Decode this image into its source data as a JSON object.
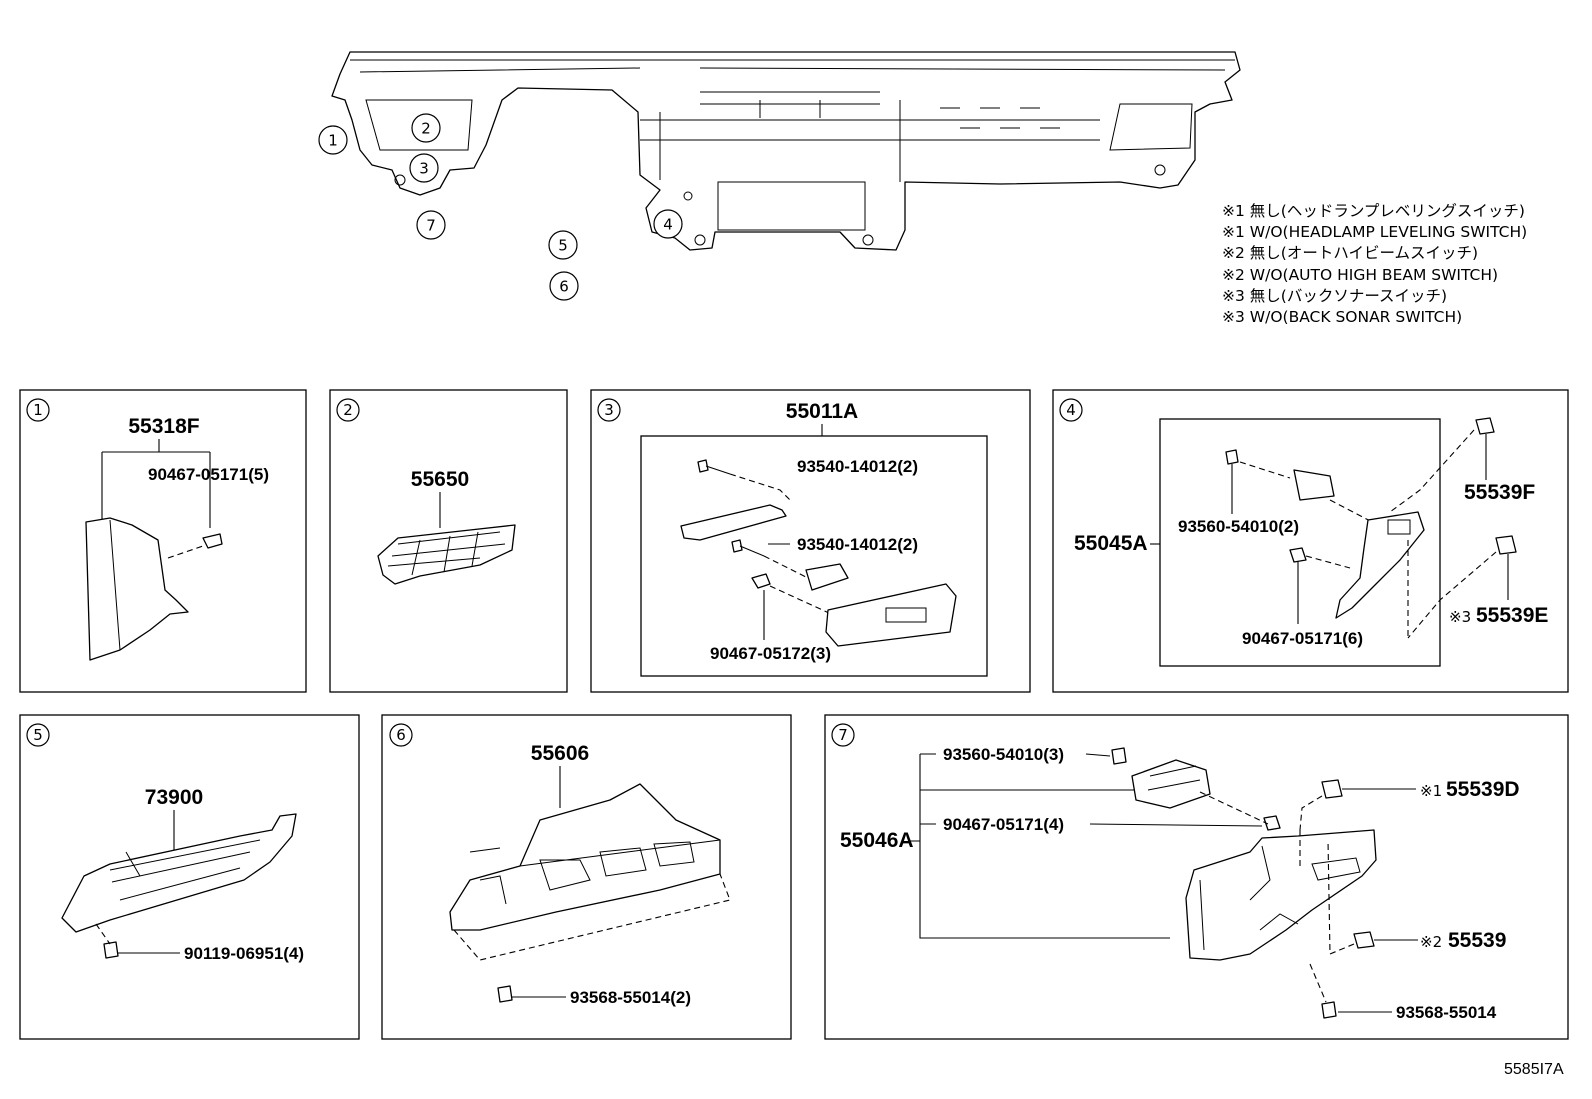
{
  "callouts": [
    "1",
    "2",
    "3",
    "4",
    "5",
    "6",
    "7"
  ],
  "notes": [
    "※1 無し(ヘッドランプレベリングスイッチ)",
    "※1 W/O(HEADLAMP LEVELING SWITCH)",
    "※2 無し(オートハイビームスイッチ)",
    "※2 W/O(AUTO HIGH BEAM SWITCH)",
    "※3 無し(バックソナースイッチ)",
    "※3 W/O(BACK SONAR SWITCH)"
  ],
  "panels": {
    "p1": {
      "number": "1",
      "assembly": "55318F",
      "parts": [
        "90467-05171(5)"
      ]
    },
    "p2": {
      "number": "2",
      "assembly": "55650"
    },
    "p3": {
      "number": "3",
      "assembly": "55011A",
      "parts": [
        "93540-14012(2)",
        "93540-14012(2)",
        "90467-05172(3)"
      ]
    },
    "p4": {
      "number": "4",
      "assembly": "55045A",
      "parts": [
        "93560-54010(2)",
        "90467-05171(6)",
        "55539F",
        "※3",
        "55539E"
      ]
    },
    "p5": {
      "number": "5",
      "assembly": "73900",
      "parts": [
        "90119-06951(4)"
      ]
    },
    "p6": {
      "number": "6",
      "assembly": "55606",
      "parts": [
        "93568-55014(2)"
      ]
    },
    "p7": {
      "number": "7",
      "assembly": "55046A",
      "parts": [
        "93560-54010(3)",
        "90467-05171(4)",
        "※1",
        "55539D",
        "※2",
        "55539",
        "93568-55014"
      ]
    }
  },
  "diagram_code": "5585I7A"
}
